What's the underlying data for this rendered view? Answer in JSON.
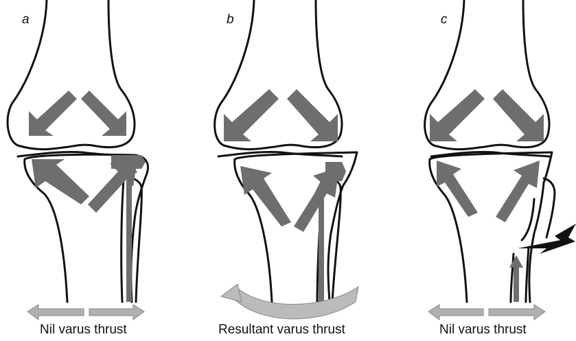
{
  "panels": [
    {
      "letter": "a",
      "caption": "Nil varus thrust"
    },
    {
      "letter": "b",
      "caption": "Resultant varus thrust"
    },
    {
      "letter": "c",
      "caption": "Nil varus thrust"
    }
  ],
  "colors": {
    "outline": "#111111",
    "force_arrow": "#6e6e6e",
    "grey_arrow": "#aaaaaa",
    "fracture_bolt": "#111111"
  },
  "icons": [
    "force-arrow",
    "horizontal-arrow",
    "curved-rotation-arrow",
    "fracture-bolt-icon"
  ]
}
